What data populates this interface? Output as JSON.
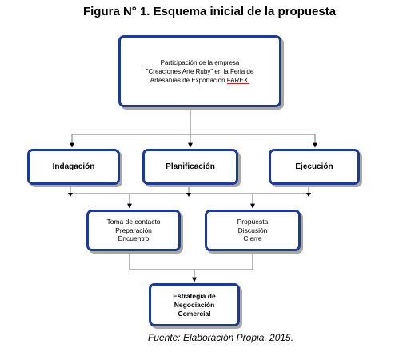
{
  "title": "Figura N° 1. Esquema inicial de la propuesta",
  "nodes": {
    "top": {
      "text": "Participación de la empresa\n\"Creaciones Arte Ruby\" en la Feria de\nArtesanías de Exportación ",
      "underlined": "FAREX."
    },
    "indagacion": "Indagación",
    "planificacion": "Planificación",
    "ejecucion": "Ejecución",
    "grupo_1": "Toma de contacto\nPreparación\nEncuentro",
    "grupo_2": "Propuesta\nDiscusión\nCierre",
    "resultado": "Estrategia de\nNegociación\nComercial"
  },
  "caption": "Fuente: Elaboración Propia,  2015.",
  "colors": {
    "box_border": "#1f3b8f",
    "connector": "#8a8a8a",
    "arrow": "#000000"
  }
}
